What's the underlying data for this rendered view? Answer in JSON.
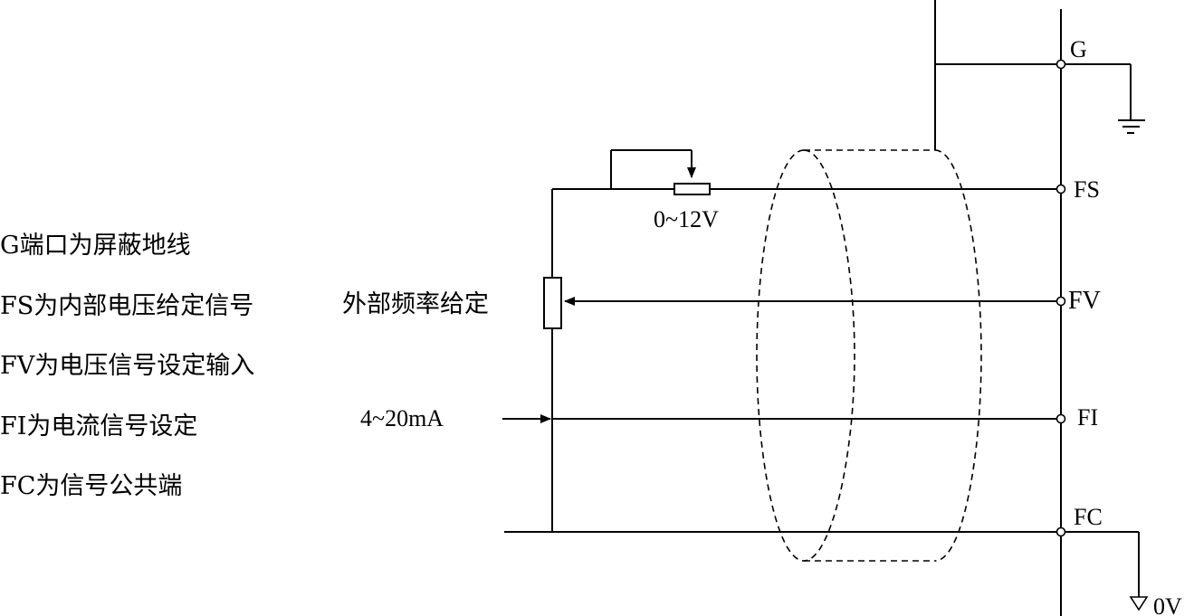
{
  "legend": {
    "items": [
      "G端口为屏蔽地线",
      "FS为内部电压给定信号",
      "FV为电压信号设定输入",
      "FI为电流信号设定",
      "FC为信号公共端"
    ]
  },
  "terminals": {
    "g": "G",
    "fs": "FS",
    "fv": "FV",
    "fi": "FI",
    "fc": "FC"
  },
  "labels": {
    "voltage_range": "0~12V",
    "external_freq": "外部频率给定",
    "current_range": "4~20mA",
    "zero_volt": "0V"
  }
}
